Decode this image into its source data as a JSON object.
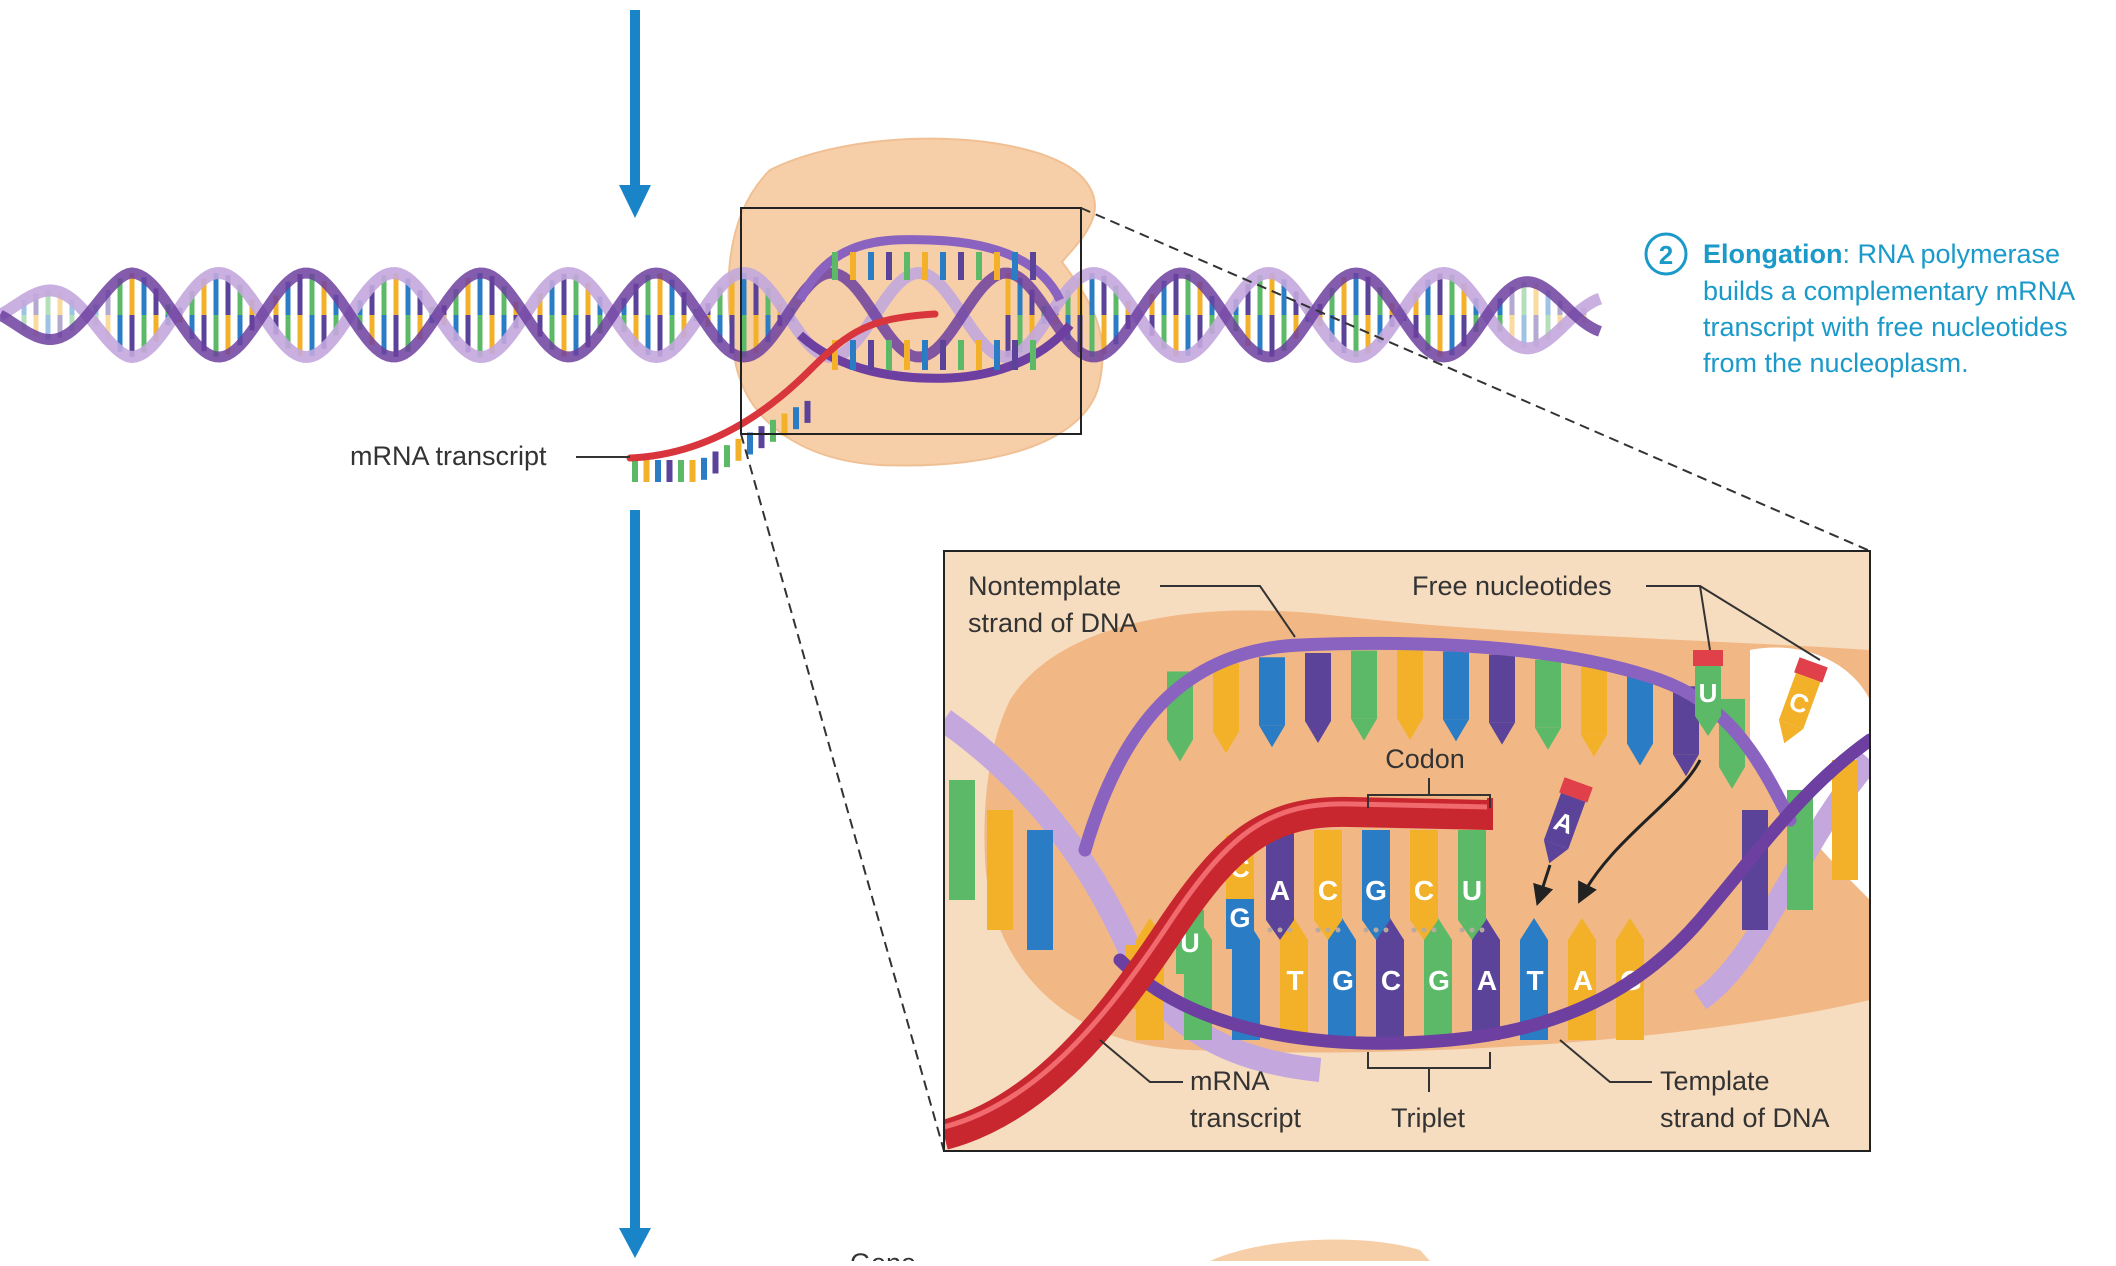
{
  "step": {
    "number": "2",
    "title": "Elongation",
    "lines": [
      ": RNA polymerase",
      "builds a complementary mRNA",
      "transcript with free nucleotides",
      "from the nucleoplasm."
    ]
  },
  "labels": {
    "mrna_transcript_main": "mRNA transcript",
    "nontemplate": [
      "Nontemplate",
      "strand of DNA"
    ],
    "free_nucleotides": "Free nucleotides",
    "codon": "Codon",
    "triplet": "Triplet",
    "mrna_transcript_inset": [
      "mRNA",
      "transcript"
    ],
    "template": [
      "Template",
      "strand of DNA"
    ],
    "gene_partial": "Gene"
  },
  "codon_bases": [
    "A",
    "C",
    "G",
    "C",
    "U"
  ],
  "mrna_bases_left": [
    "C",
    "U",
    "G",
    "C"
  ],
  "template_bases": [
    "T",
    "G",
    "C",
    "G",
    "A",
    "T",
    "A",
    "G"
  ],
  "free_bases": [
    "U",
    "C",
    "A"
  ],
  "colors": {
    "accent": "#1b9ac9",
    "arrow": "#1a84c9",
    "polymerase": "#f6cfa8",
    "mrna": "#d9353c",
    "backbone_dark": "#6d3fa0",
    "backbone_light": "#c3a7dd",
    "base_green": "#5bb967",
    "base_yellow": "#f3b12a",
    "base_blue": "#2a7cc4",
    "base_purple": "#5a4398"
  }
}
